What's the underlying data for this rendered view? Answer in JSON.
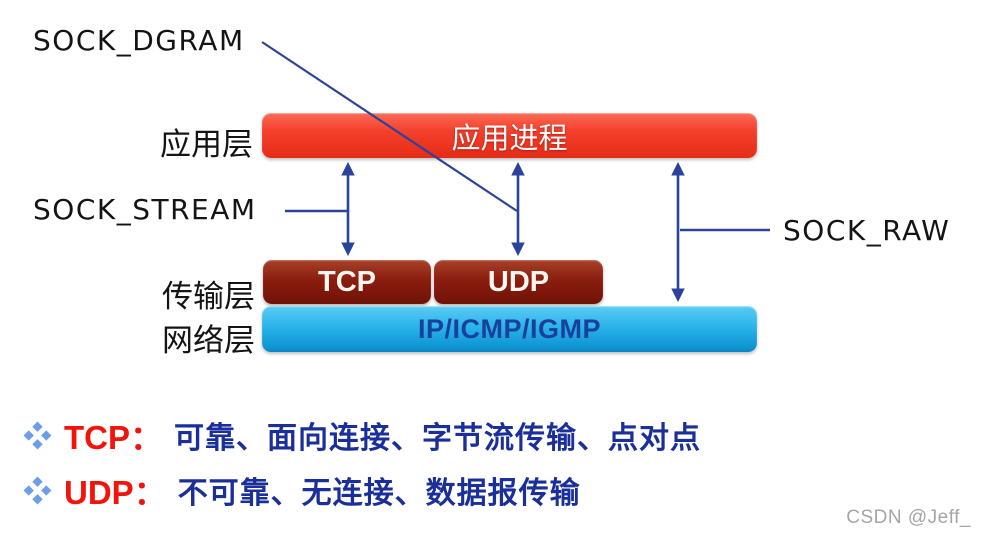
{
  "colors": {
    "arrow_blue": "#2b4399",
    "app_bar_red": "#f23927",
    "protocol_dark_red": "#8a1d0f",
    "network_cyan": "#27b3e9",
    "network_text_blue": "#1b3f9c",
    "note_text_blue": "#1b2f9b",
    "note_term_red": "#f2140a",
    "bullet_blue": "#6d9ce8",
    "label_black": "#141414",
    "watermark_gray": "#a5a5a5"
  },
  "socket_labels": {
    "dgram": "SOCK_DGRAM",
    "stream": "SOCK_STREAM",
    "raw": "SOCK_RAW"
  },
  "layers": {
    "application": "应用层",
    "transport": "传输层",
    "network": "网络层"
  },
  "boxes": {
    "application_process": "应用进程",
    "tcp": "TCP",
    "udp": "UDP",
    "network_protocols": "IP/ICMP/IGMP"
  },
  "notes": [
    {
      "term": "TCP：",
      "desc": "可靠、面向连接、字节流传输、点对点"
    },
    {
      "term": "UDP：",
      "desc": "不可靠、无连接、数据报传输"
    }
  ],
  "watermark": "CSDN @Jeff_"
}
